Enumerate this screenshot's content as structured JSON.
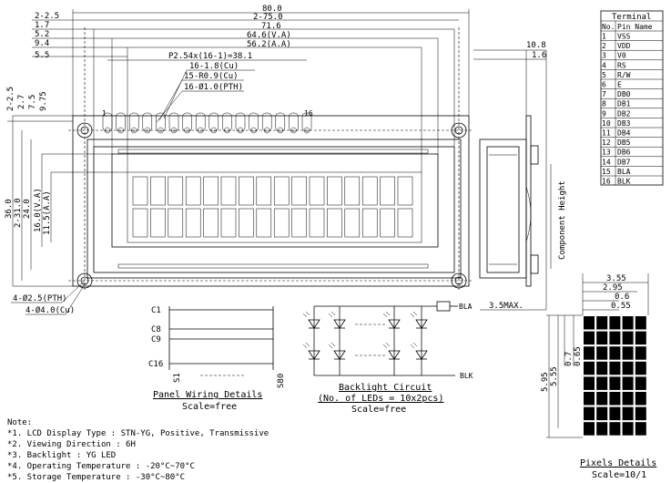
{
  "dimensions": {
    "width_top": [
      "80.0",
      "2-75.0",
      "71.6",
      "64.6(V.A)",
      "56.2(A.A)",
      "P2.54x(16-1)=38.1"
    ],
    "left_offsets": [
      "2-2.5",
      "1.7",
      "5.2",
      "9.4",
      "5.5"
    ],
    "pad_specs": [
      "16-1.8(Cu)",
      "15-R0.9(Cu)",
      "16-Ø1.0(PTH)"
    ],
    "pin_first": "1",
    "pin_last": "16",
    "height_left": [
      "36.0",
      "2-31.0",
      "24.0",
      "16.0(V.A)",
      "11.5(A.A)"
    ],
    "small_left": [
      "2-2.5",
      "2.7",
      "7.5",
      "9.75"
    ],
    "holes": [
      "4-Ø2.5(PTH)",
      "4-Ø4.0(Cu)"
    ],
    "side_view": [
      "10.8",
      "1.6",
      "3.5MAX.",
      "Component Height"
    ]
  },
  "terminal_table": {
    "title": "Terminal",
    "col_no": "No.",
    "col_name": "Pin Name",
    "rows": [
      [
        "1",
        "VSS"
      ],
      [
        "2",
        "VDD"
      ],
      [
        "3",
        "V0"
      ],
      [
        "4",
        "RS"
      ],
      [
        "5",
        "R/W"
      ],
      [
        "6",
        "E"
      ],
      [
        "7",
        "DB0"
      ],
      [
        "8",
        "DB1"
      ],
      [
        "9",
        "DB2"
      ],
      [
        "10",
        "DB3"
      ],
      [
        "11",
        "DB4"
      ],
      [
        "12",
        "DB5"
      ],
      [
        "13",
        "DB6"
      ],
      [
        "14",
        "DB7"
      ],
      [
        "15",
        "BLA"
      ],
      [
        "16",
        "BLK"
      ]
    ]
  },
  "panel_wiring": {
    "labels": [
      "C1",
      "C8",
      "C9",
      "C16",
      "S1",
      "S80"
    ],
    "title": "Panel Wiring Details",
    "scale": "Scale=free"
  },
  "backlight": {
    "bla": "BLA",
    "blk": "BLK",
    "title": "Backlight Circuit",
    "subtitle": "(No. of LEDs = 10x2pcs)",
    "scale": "Scale=free"
  },
  "pixels": {
    "dims_top": [
      "3.55",
      "2.95",
      "0.6",
      "0.55"
    ],
    "dims_right": [
      "0.7",
      "0.65"
    ],
    "dims_left": [
      "5.95",
      "5.55"
    ],
    "title": "Pixels Details",
    "scale": "Scale=10/1"
  },
  "notes": {
    "heading": "Note:",
    "items": [
      "*1. LCD Display Type : STN-YG, Positive, Transmissive",
      "*2. Viewing Direction : 6H",
      "*3. Backlight : YG LED",
      "*4. Operating Temperature : -20°C~70°C",
      "*5. Storage Temperature : -30°C~80°C"
    ]
  }
}
